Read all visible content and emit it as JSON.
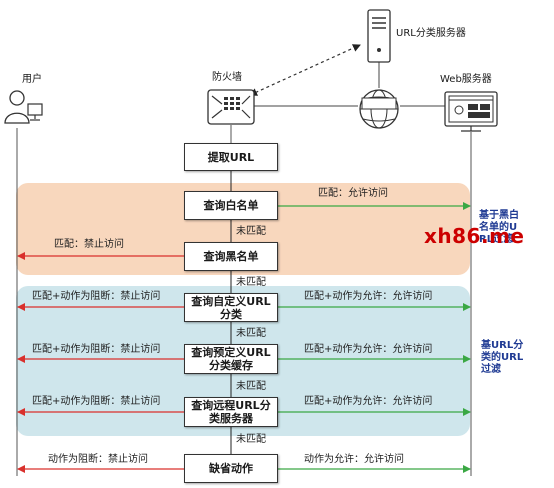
{
  "actors": {
    "user": "用户",
    "firewall": "防火墙",
    "web_server": "Web服务器",
    "url_server": "URL分类服务器",
    "www": "WWW"
  },
  "steps": {
    "extract": "提取URL",
    "whitelist": "查询白名单",
    "blacklist": "查询黑名单",
    "custom": "查询自定义URL分类",
    "cache": "查询预定义URL分类缓存",
    "remote": "查询远程URL分类服务器",
    "default": "缺省动作"
  },
  "labels": {
    "whitelist_match": "匹配：允许访问",
    "blacklist_match": "匹配：禁止访问",
    "no_match": "未匹配",
    "block": "匹配+动作为阻断：禁止访问",
    "allow": "匹配+动作为允许：允许访问",
    "default_block": "动作为阻断：禁止访问",
    "default_allow": "动作为允许：允许访问"
  },
  "side_labels": {
    "blackwhite": "基于黑白名单的URL过滤",
    "category": "基URL分类的URL过滤"
  },
  "watermark": "xh86.me",
  "colors": {
    "allow_arrow": "#3aa844",
    "block_arrow": "#d9302c",
    "orange_band": "#f8d7bd",
    "blue_band": "#cfe6ec",
    "side_text": "#1f3a93"
  }
}
